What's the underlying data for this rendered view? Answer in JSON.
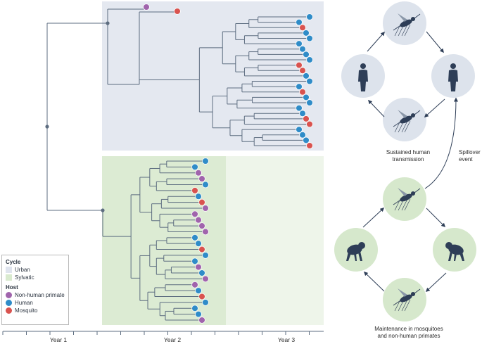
{
  "colors": {
    "urban_bg": "#e4e8f0",
    "sylvatic_bg": "#e0ecd9",
    "sylvatic_light_bg": "#eef5ea",
    "tree_line": "#5d6d80",
    "non_human_primate": "#a064ac",
    "human": "#2f8cc8",
    "mosquito": "#d9534f",
    "circle_urban": "#dde3ec",
    "circle_sylvatic": "#d6e8cc",
    "silhouette": "#2e3e57"
  },
  "legend": {
    "cycle_title": "Cycle",
    "cycle_items": [
      {
        "label": "Urban",
        "color": "#dfe4ee"
      },
      {
        "label": "Sylvatic",
        "color": "#d9eacf"
      }
    ],
    "host_title": "Host",
    "host_items": [
      {
        "label": "Non-human primate",
        "color": "#a064ac"
      },
      {
        "label": "Human",
        "color": "#2f8cc8"
      },
      {
        "label": "Mosquito",
        "color": "#d9534f"
      }
    ]
  },
  "axis": {
    "ticks": [
      "Year 1",
      "Year 2",
      "Year 3"
    ]
  },
  "cycles": {
    "urban": {
      "nodes": [
        {
          "icon": "mosquito-icon"
        },
        {
          "icon": "human-icon"
        },
        {
          "icon": "human-icon"
        },
        {
          "icon": "mosquito-icon"
        }
      ],
      "caption": [
        "Sustained human",
        "transmission"
      ]
    },
    "spillover": [
      "Spillover",
      "event"
    ],
    "sylvatic": {
      "nodes": [
        {
          "icon": "mosquito-icon"
        },
        {
          "icon": "monkey-icon"
        },
        {
          "icon": "monkey-icon"
        },
        {
          "icon": "mosquito-icon"
        }
      ],
      "caption": [
        "Maintenance in mosquitoes",
        "and non-human primates"
      ]
    }
  },
  "urban_tips": [
    "Non-human primate",
    "Mosquito",
    "Human",
    "Human",
    "Mosquito",
    "Human",
    "Human",
    "Human",
    "Human",
    "Human",
    "Human",
    "Mosquito",
    "Mosquito",
    "Human",
    "Human",
    "Human",
    "Mosquito",
    "Human",
    "Human",
    "Human",
    "Human",
    "Mosquito",
    "Mosquito",
    "Human",
    "Human",
    "Human",
    "Mosquito"
  ],
  "sylvatic_tips": [
    "Human",
    "Human",
    "Non-human primate",
    "Non-human primate",
    "Human",
    "Mosquito",
    "Human",
    "Mosquito",
    "Non-human primate",
    "Non-human primate",
    "Non-human primate",
    "Non-human primate",
    "Non-human primate",
    "Human",
    "Human",
    "Mosquito",
    "Human",
    "Human",
    "Non-human primate",
    "Human",
    "Non-human primate",
    "Non-human primate",
    "Human",
    "Mosquito",
    "Human",
    "Human",
    "Human",
    "Non-human primate"
  ]
}
